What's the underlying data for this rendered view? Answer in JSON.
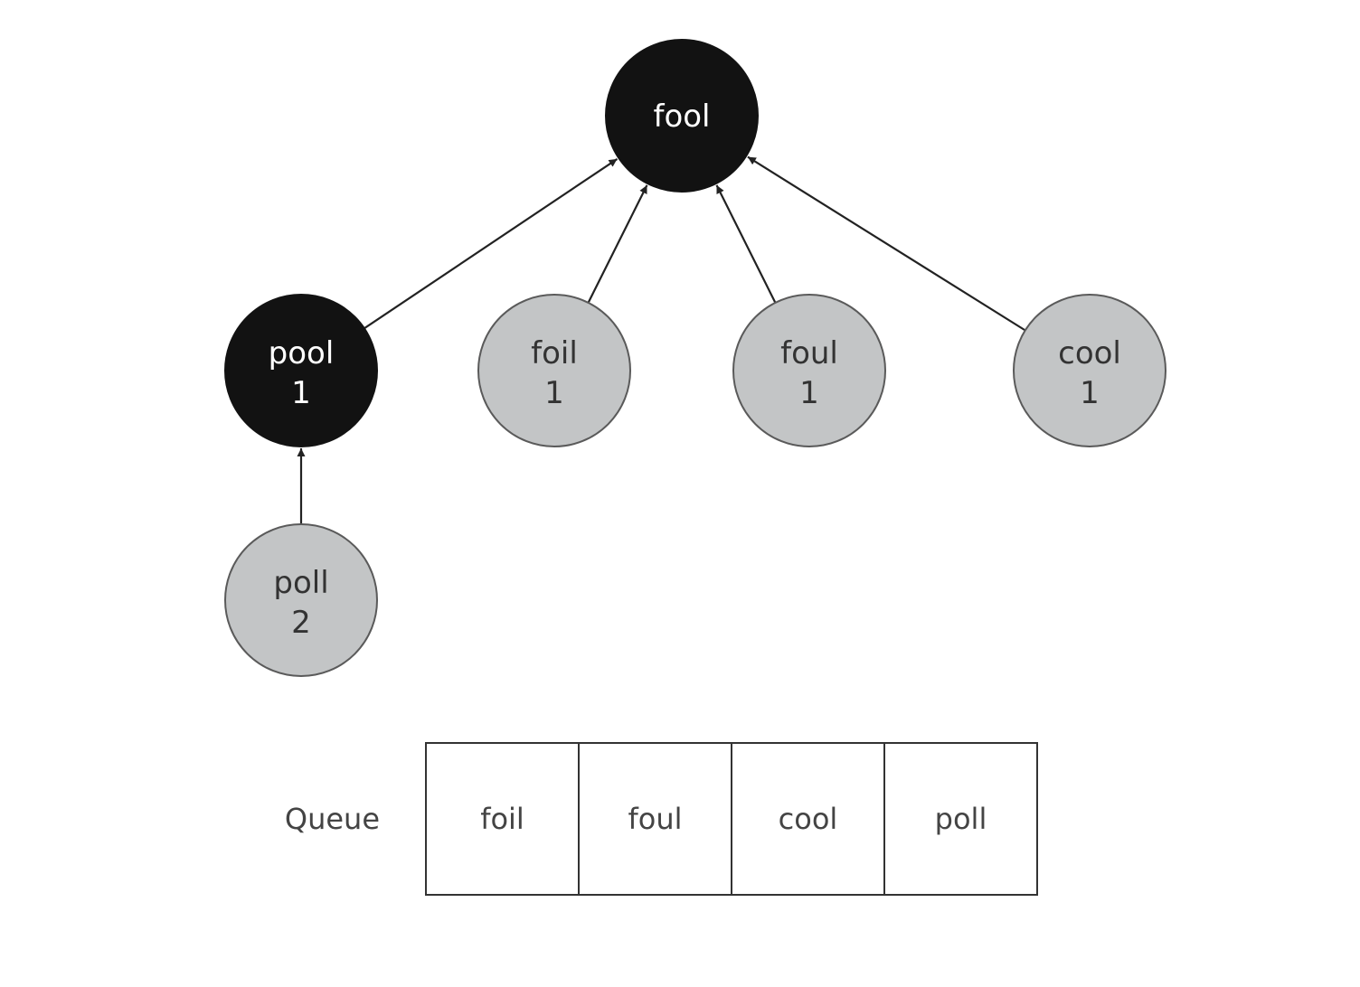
{
  "colors": {
    "visited": "#121212",
    "unvisited": "#c3c5c6",
    "edge": "#222222",
    "queue_border": "#333333"
  },
  "nodes": [
    {
      "id": "fool",
      "label": "fool",
      "distance": "",
      "state": "visited"
    },
    {
      "id": "pool",
      "label": "pool",
      "distance": "1",
      "state": "visited"
    },
    {
      "id": "foil",
      "label": "foil",
      "distance": "1",
      "state": "unvisited"
    },
    {
      "id": "foul",
      "label": "foul",
      "distance": "1",
      "state": "unvisited"
    },
    {
      "id": "cool",
      "label": "cool",
      "distance": "1",
      "state": "unvisited"
    },
    {
      "id": "poll",
      "label": "poll",
      "distance": "2",
      "state": "unvisited"
    }
  ],
  "edges": [
    {
      "from": "pool",
      "to": "fool"
    },
    {
      "from": "foil",
      "to": "fool"
    },
    {
      "from": "foul",
      "to": "fool"
    },
    {
      "from": "cool",
      "to": "fool"
    },
    {
      "from": "poll",
      "to": "pool"
    }
  ],
  "queue": {
    "label": "Queue",
    "items": [
      "foil",
      "foul",
      "cool",
      "poll"
    ]
  }
}
